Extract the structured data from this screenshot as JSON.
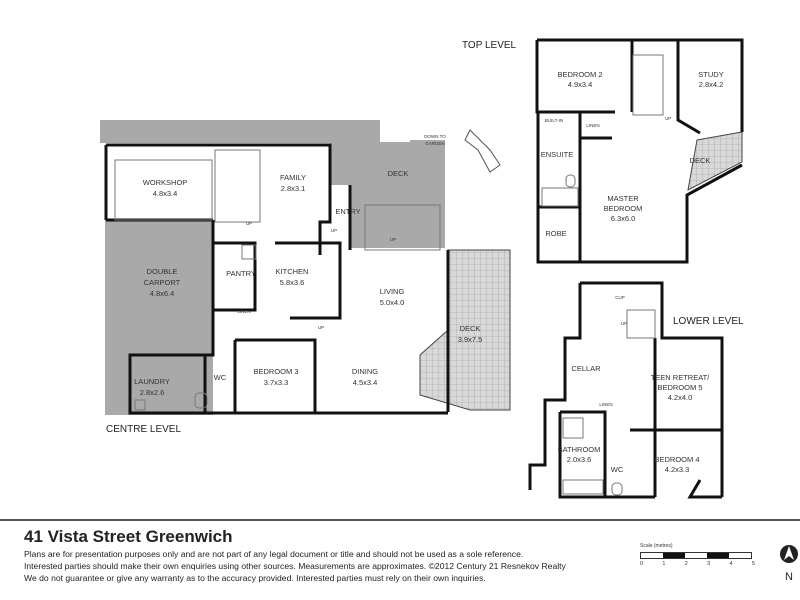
{
  "centre_level": {
    "label": "CENTRE LEVEL",
    "rooms": {
      "workshop": {
        "name": "WORKSHOP",
        "size": "4.8x3.4"
      },
      "family": {
        "name": "FAMILY",
        "size": "2.8x3.1"
      },
      "deck_top": {
        "name": "DECK"
      },
      "down_to_garden": {
        "line1": "DOWN TO",
        "line2": "GARDEN"
      },
      "entry": {
        "name": "ENTRY"
      },
      "carport": {
        "line1": "DOUBLE",
        "line2": "CARPORT",
        "size": "4.8x6.4"
      },
      "pantry": {
        "name": "PANTRY"
      },
      "kitchen": {
        "name": "KITCHEN",
        "size": "5.8x3.6"
      },
      "living": {
        "name": "LIVING",
        "size": "5.0x4.0"
      },
      "deck_side": {
        "name": "DECK",
        "size": "3.9x7.5"
      },
      "bedroom3": {
        "name": "BEDROOM 3",
        "size": "3.7x3.3"
      },
      "dining": {
        "name": "DINING",
        "size": "4.5x3.4"
      },
      "laundry": {
        "name": "LAUNDRY",
        "size": "2.8x2.6"
      },
      "wc": {
        "name": "WC"
      },
      "linen": {
        "name": "LINEN"
      },
      "up": "UP"
    }
  },
  "top_level": {
    "label": "TOP LEVEL",
    "rooms": {
      "bedroom2": {
        "name": "BEDROOM 2",
        "size": "4.9x3.4"
      },
      "study": {
        "name": "STUDY",
        "size": "2.8x4.2"
      },
      "built_in": {
        "name": "BUILT-IN"
      },
      "linen": {
        "name": "LINEN"
      },
      "ensuite": {
        "name": "ENSUITE"
      },
      "deck": {
        "name": "DECK"
      },
      "master": {
        "line1": "MASTER",
        "line2": "BEDROOM",
        "size": "6.3x6.0"
      },
      "robe": {
        "name": "ROBE"
      },
      "up": "UP"
    }
  },
  "lower_level": {
    "label": "LOWER LEVEL",
    "rooms": {
      "cup": {
        "name": "CUP"
      },
      "cellar": {
        "name": "CELLAR"
      },
      "teen": {
        "line1": "TEEN RETREAT/",
        "line2": "BEDROOM 5",
        "size": "4.2x4.0"
      },
      "linen": {
        "name": "LINEN"
      },
      "bathroom": {
        "name": "BATHROOM",
        "size": "2.0x3.6"
      },
      "wc": {
        "name": "WC"
      },
      "bedroom4": {
        "name": "BEDROOM 4",
        "size": "4.2x3.3"
      },
      "up": "UP"
    }
  },
  "footer": {
    "title": "41 Vista Street Greenwich",
    "disclaimer": [
      "Plans are for presentation purposes only and are not part of any legal document or title and should not be used as a sole reference.",
      "Interested parties should make their own enquiries using other sources. Measurements are approximates. ©2012 Century 21 Resnekov Realty",
      " We do not guarantee or give any warranty as to the accuracy provided. Interested parties must rely on their own inquiries."
    ],
    "scale": {
      "label": "Scale (metres)",
      "ticks": [
        "0",
        "1",
        "2",
        "3",
        "4",
        "5"
      ]
    },
    "north": "N"
  }
}
